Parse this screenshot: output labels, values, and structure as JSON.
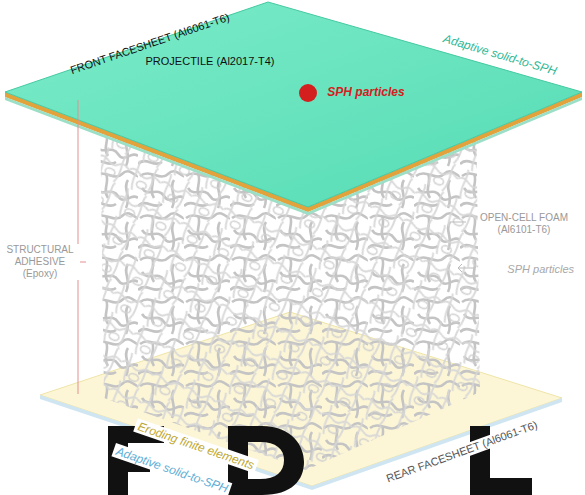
{
  "diagram": {
    "labels": [
      "FRONT FACESHEET (Al6061-T6)",
      "Adaptive solid-to-SPH",
      "PROJECTILE (Al2017-T4)",
      "SPH particles",
      "OPEN-CELL FOAM (Al6101-T6)",
      "STRUCTURAL ADHESIVE (Epoxy)",
      "SPH particles",
      "Adaptive solid-to-SPH",
      "Eroding finite elements",
      "REAR FACESHEET (Al6061-T6)"
    ]
  }
}
